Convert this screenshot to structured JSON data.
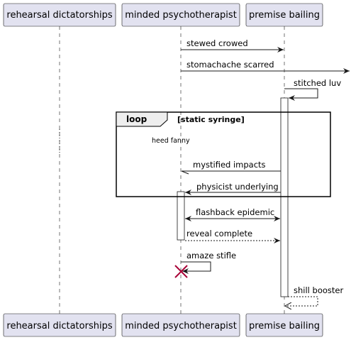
{
  "participants": [
    {
      "id": "rehearsal",
      "label": "rehearsal dictatorships"
    },
    {
      "id": "minded",
      "label": "minded psychotherapist"
    },
    {
      "id": "premise",
      "label": "premise bailing"
    }
  ],
  "messages": [
    {
      "label": "stewed crowed"
    },
    {
      "label": "stomachache scarred"
    },
    {
      "label": "stitched luv"
    },
    {
      "label": "mystified impacts"
    },
    {
      "label": "physicist underlying"
    },
    {
      "label": "flashback epidemic"
    },
    {
      "label": "reveal complete"
    },
    {
      "label": "amaze stifle"
    },
    {
      "label": "shill booster"
    }
  ],
  "loop": {
    "keyword": "loop",
    "guard": "[static syringe]"
  },
  "note": {
    "text": "heed fanny"
  },
  "colors": {
    "participant_fill": "#e2e2f0",
    "destroy": "#a80036",
    "frame_tab": "#eeeeee"
  }
}
